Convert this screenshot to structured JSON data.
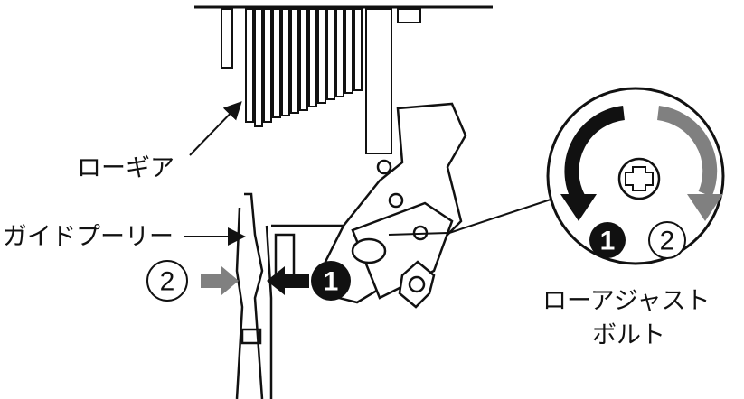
{
  "labels": {
    "low_gear": "ローギア",
    "guide_pulley": "ガイドプーリー",
    "low_adjust_line1": "ローアジャスト",
    "low_adjust_line2": "ボルト"
  },
  "markers": {
    "step1": "1",
    "step2": "2"
  },
  "colors": {
    "ink": "#111111",
    "gray_arrow": "#808080"
  }
}
